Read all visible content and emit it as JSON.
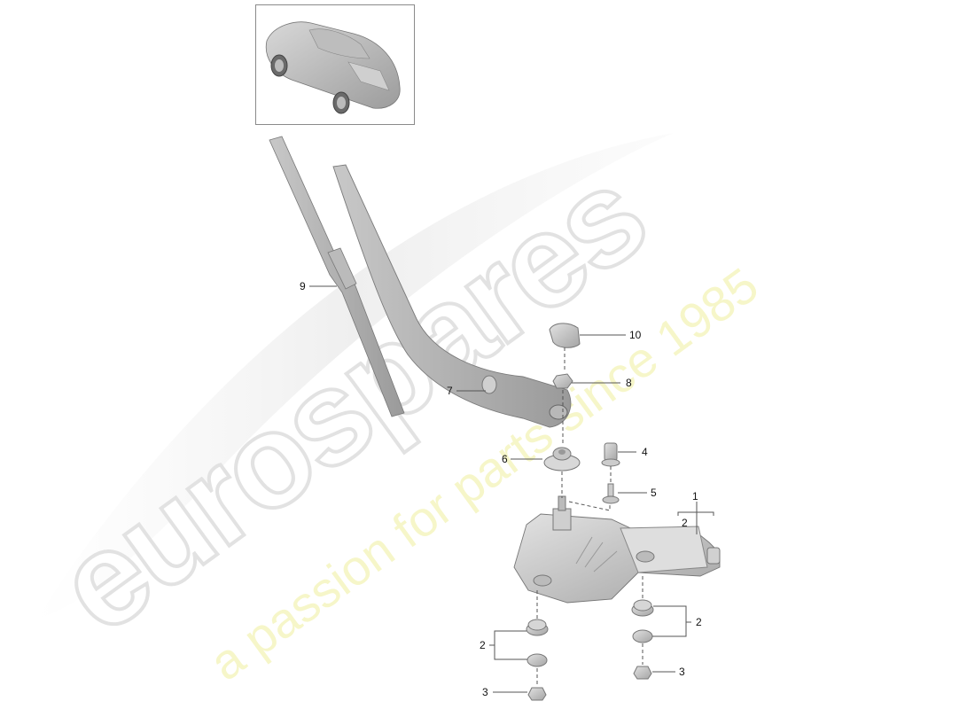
{
  "diagram": {
    "type": "exploded-parts-diagram",
    "subject": "rear window wiper assembly",
    "thumbnail": {
      "description": "vehicle overview (coupe, rear three-quarter view)"
    }
  },
  "watermark": {
    "brand": "eurospares",
    "tagline": "a passion for parts since 1985",
    "brand_color": "#e6e6e6",
    "tagline_color": "#f5f5c0"
  },
  "callouts": [
    {
      "id": "c1",
      "label": "1",
      "part": "wiper motor"
    },
    {
      "id": "c2a",
      "label": "2",
      "part": "mounting kit (motor bracket)"
    },
    {
      "id": "c2b",
      "label": "2",
      "part": "grommet set (left mount)"
    },
    {
      "id": "c2c",
      "label": "2",
      "part": "grommet set (right mount)"
    },
    {
      "id": "c3a",
      "label": "3",
      "part": "nut (left)"
    },
    {
      "id": "c3b",
      "label": "3",
      "part": "nut (right)"
    },
    {
      "id": "c4",
      "label": "4",
      "part": "spacer sleeve"
    },
    {
      "id": "c5",
      "label": "5",
      "part": "bolt"
    },
    {
      "id": "c6",
      "label": "6",
      "part": "seal / cover cap"
    },
    {
      "id": "c7",
      "label": "7",
      "part": "wiper arm"
    },
    {
      "id": "c8",
      "label": "8",
      "part": "hex nut"
    },
    {
      "id": "c9",
      "label": "9",
      "part": "wiper blade"
    },
    {
      "id": "c10",
      "label": "10",
      "part": "cap"
    }
  ],
  "colors": {
    "part_fill": "#d4d4d4",
    "part_shade": "#a9a9a9",
    "leader_line": "#555555",
    "frame": "#8a8a8a"
  }
}
